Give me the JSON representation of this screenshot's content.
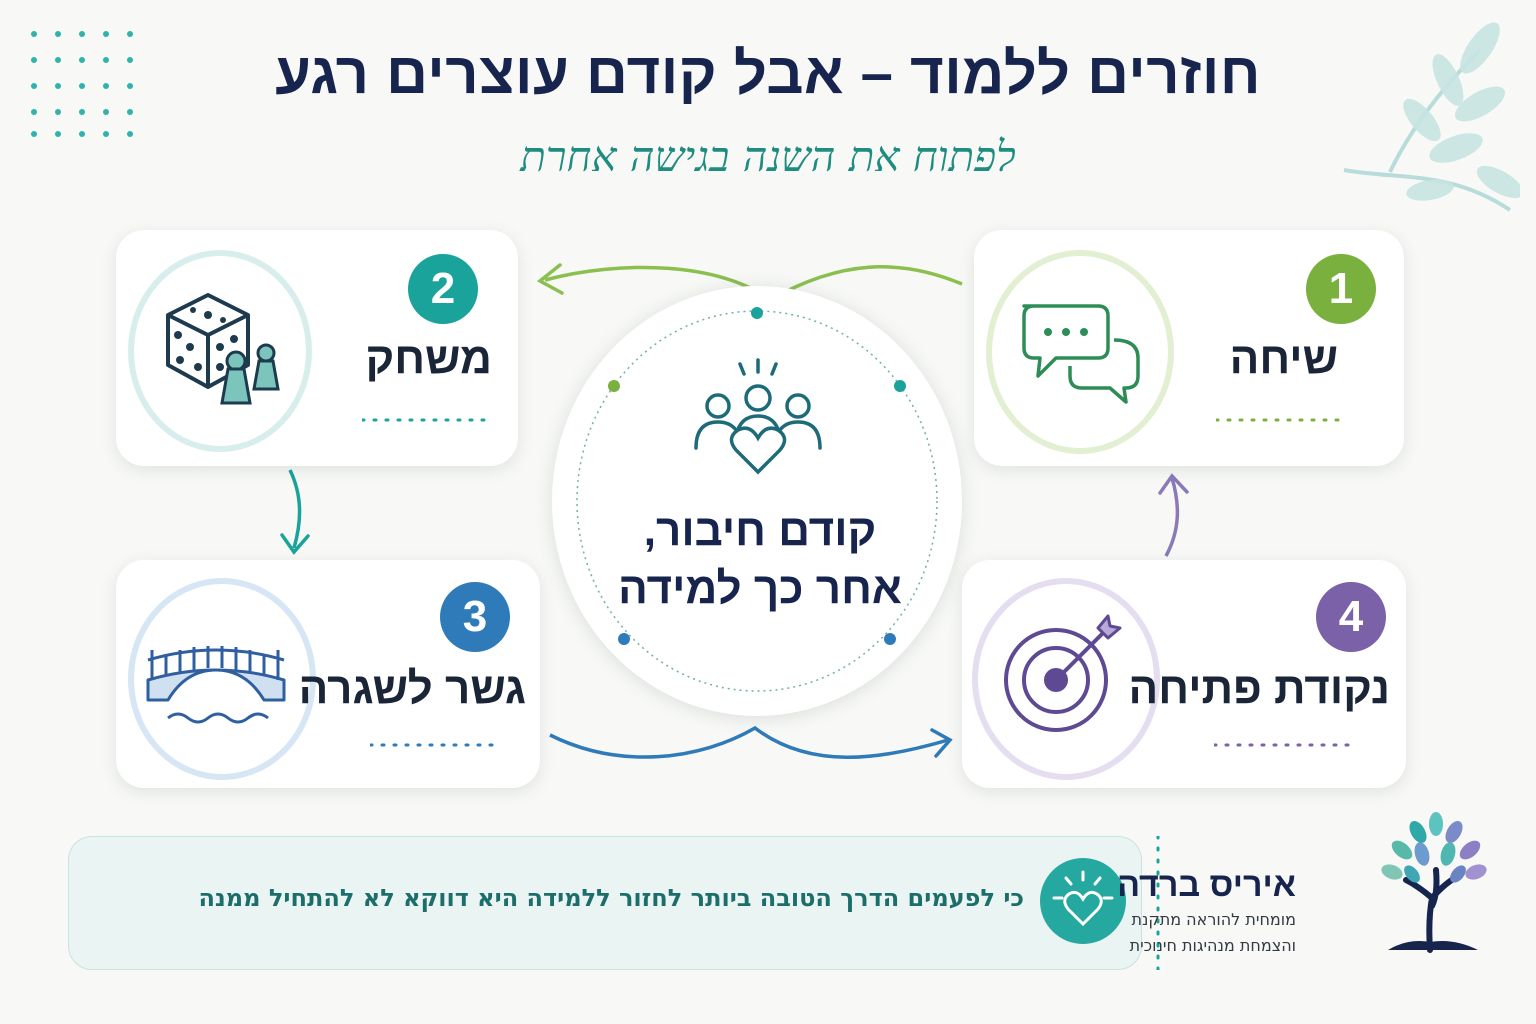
{
  "header": {
    "title": "חוזרים ללמוד – אבל קודם עוצרים רגע",
    "subtitle": "לפתוח את השנה בגישה אחרת"
  },
  "center": {
    "line1": "קודם חיבור,",
    "line2": "אחר כך למידה",
    "icon": "people-heart-icon"
  },
  "steps": [
    {
      "number": "1",
      "label": "שיחה",
      "icon": "speech-bubbles-icon",
      "color": "#7ab03d"
    },
    {
      "number": "2",
      "label": "משחק",
      "icon": "dice-pawns-icon",
      "color": "#1aa39b"
    },
    {
      "number": "3",
      "label": "גשר לשגרה",
      "icon": "bridge-icon",
      "color": "#2f7ab9"
    },
    {
      "number": "4",
      "label": "נקודת פתיחה",
      "icon": "target-arrow-icon",
      "color": "#7b62a8"
    }
  ],
  "footer": {
    "message": "כי לפעמים הדרך הטובה ביותר לחזור ללמידה היא דווקא לא להתחיל ממנה",
    "icon": "heart-shine-icon"
  },
  "brand": {
    "name": "איריס ברדה",
    "line1": "מומחית להוראה מתקנת",
    "line2": "והצמחת מנהיגות חינוכית",
    "logo": "tree-logo-icon"
  },
  "colors": {
    "navy": "#16244e",
    "teal": "#1aa39b",
    "green": "#7ab03d",
    "blue": "#2f7ab9",
    "purple": "#7b62a8"
  }
}
